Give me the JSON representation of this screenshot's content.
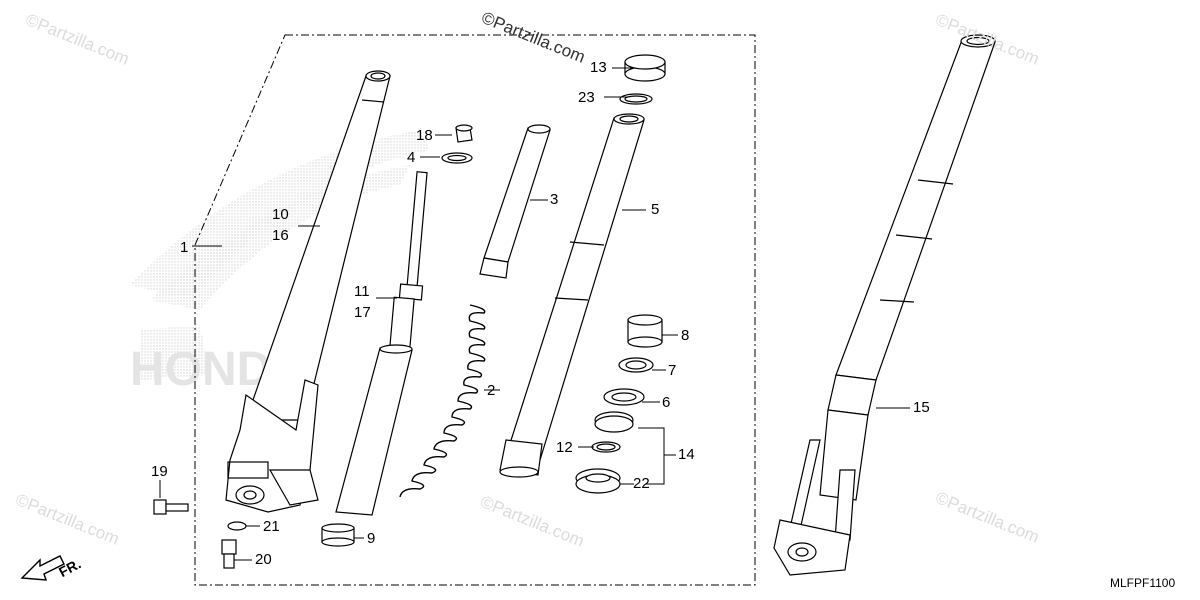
{
  "watermarks": {
    "main": "©Partzilla.com",
    "faint": "©Partzilla.com"
  },
  "diagram_code": "MLFPF1100",
  "direction_label": "FR.",
  "parts": {
    "p1": "1",
    "p2": "2",
    "p3": "3",
    "p4": "4",
    "p5": "5",
    "p6": "6",
    "p7": "7",
    "p8": "8",
    "p9": "9",
    "p10": "10",
    "p11": "11",
    "p12": "12",
    "p13": "13",
    "p14": "14",
    "p15": "15",
    "p16": "16",
    "p17": "17",
    "p18": "18",
    "p19": "19",
    "p20": "20",
    "p21": "21",
    "p22": "22",
    "p23": "23"
  },
  "colors": {
    "line": "#000000",
    "logo_halftone": "#d8d8d8",
    "watermark": "#dcdcdc"
  }
}
